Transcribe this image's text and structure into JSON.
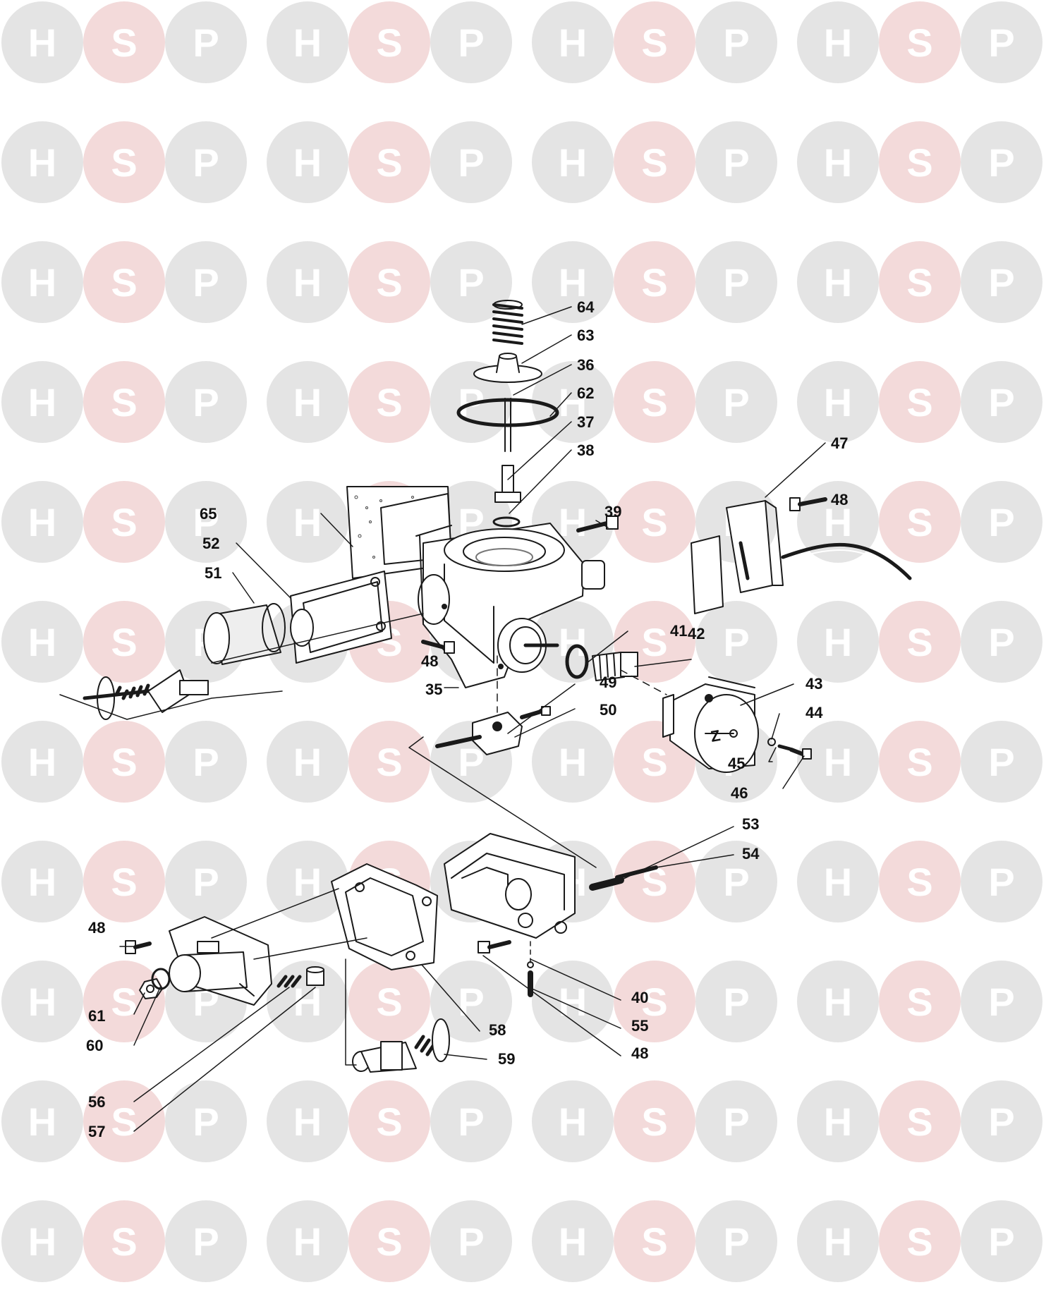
{
  "watermark": {
    "letters": [
      "H",
      "S",
      "P"
    ],
    "colors": {
      "H": "#e4e4e4",
      "S": "#f3dada",
      "P": "#e4e4e4"
    }
  },
  "diagram": {
    "callouts": {
      "c64": "64",
      "c63": "63",
      "c36": "36",
      "c62": "62",
      "c37": "37",
      "c38": "38",
      "c47": "47",
      "c48a": "48",
      "c39": "39",
      "c65": "65",
      "c52": "52",
      "c51": "51",
      "c41": "41",
      "c42": "42",
      "c48b": "48",
      "c35": "35",
      "c49": "49",
      "c43": "43",
      "c50": "50",
      "c44": "44",
      "c45": "45",
      "c46": "46",
      "c53": "53",
      "c54": "54",
      "c48c": "48",
      "c40": "40",
      "c61": "61",
      "c55": "55",
      "c60": "60",
      "c58": "58",
      "c48d": "48",
      "c59": "59",
      "c56": "56",
      "c57": "57"
    },
    "part_mark": "Z"
  }
}
